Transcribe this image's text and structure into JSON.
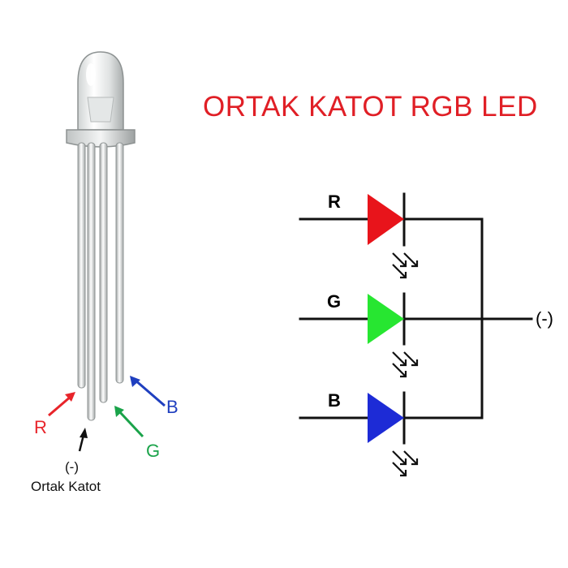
{
  "title": "ORTAK KATOT RGB LED",
  "colors": {
    "title": "#e01f26",
    "red": "#e8141b",
    "green": "#27e631",
    "blue": "#1d2bd6",
    "wire": "#111111",
    "arrow_red": "#e8242a",
    "arrow_green": "#1aa34a",
    "arrow_blue": "#1f3fbf"
  },
  "schematic": {
    "channels": [
      {
        "label": "R",
        "color_key": "red"
      },
      {
        "label": "G",
        "color_key": "green"
      },
      {
        "label": "B",
        "color_key": "blue"
      }
    ],
    "common_label": "(-)"
  },
  "led_photo": {
    "pins": [
      {
        "label": "R",
        "color_key": "arrow_red"
      },
      {
        "label": "G",
        "color_key": "arrow_green"
      },
      {
        "label": "B",
        "color_key": "arrow_blue"
      }
    ],
    "cathode_symbol": "(-)",
    "cathode_caption": "Ortak Katot"
  }
}
